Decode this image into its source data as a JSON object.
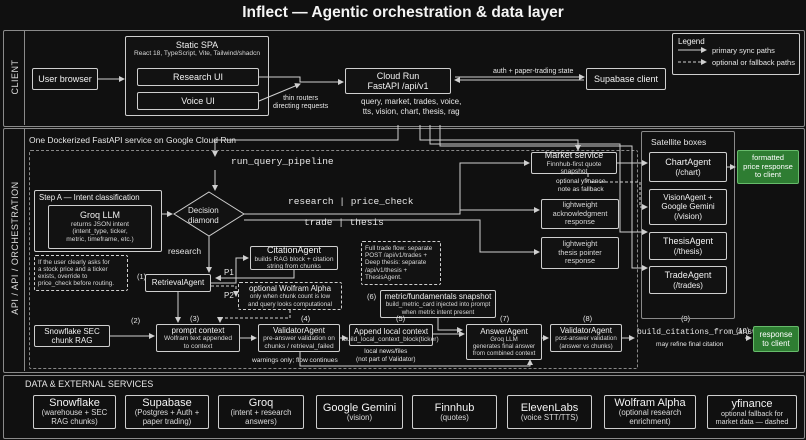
{
  "title": "Inflect — Agentic orchestration & data layer",
  "bands": {
    "client": "CLIENT",
    "api": "API / API / ORCHESTRATION",
    "data_heading": "DATA & EXTERNAL SERVICES"
  },
  "legend": {
    "heading": "Legend",
    "solid": "primary sync paths",
    "dashed": "optional or fallback paths"
  },
  "client": {
    "browser": "User browser",
    "spa_title": "Static SPA",
    "spa_sub": "React 18, TypeScript, Vite, Tailwind/shadcn",
    "research_ui": "Research UI",
    "voice_ui": "Voice UI",
    "thin_routers": "thin routers\ndirecting requests",
    "cloud_run_title": "Cloud Run",
    "cloud_run_sub": "FastAPI /api/v1",
    "cloud_run_routes": "query, market, trades, voice,\ntts, vision, chart, thesis, rag",
    "auth_label": "auth + paper-trading state",
    "supabase_client": "Supabase client"
  },
  "api": {
    "heading": "One Dockerized FastAPI service on Google Cloud Run",
    "pipeline": "run_query_pipeline",
    "step_a": "Step A — Intent classification",
    "groq_title": "Groq LLM",
    "groq_sub": "returns JSON intent\n(intent_type, ticker,\nmetric, timeframe, etc.)",
    "override_note": "If the user clearly asks for\na stock price and a ticker\nexists, override to\nprice_check before routing.",
    "decision": "Decision\ndiamond",
    "research_price": "research | price_check",
    "trade_thesis": "trade | thesis",
    "research": "research",
    "market_title": "Market service",
    "market_sub": "Finnhub-first quote snapshot",
    "yfinance_note": "optional yfinance\nnote as fallback",
    "ack": "lightweight\nacknowledgment\nresponse",
    "thesis_ptr": "lightweight\nthesis pointer\nresponse",
    "trade_note": "Full trade flow: separate\nPOST /api/v1/trades +\nDeep thesis: separate\n/api/v1/thesis +\nThesisAgent.",
    "retrieval": "RetrievalAgent",
    "citation_title": "CitationAgent",
    "citation_sub": "builds RAG block + citation\nstring from chunks",
    "p1": "P1",
    "p2": "P2",
    "wolfram_title": "optional Wolfram Alpha",
    "wolfram_sub": "only when chunk count is low\nand query looks computational",
    "metric_title": "metric/fundamentals snapshot",
    "metric_sub": "build_metric_card injected into prompt\nwhen metric intent present",
    "snowflake_title": "Snowflake SEC",
    "snowflake_sub": "chunk RAG",
    "prompt_title": "prompt context",
    "prompt_sub": "Wolfram text appended\nto context",
    "validator1_title": "ValidatorAgent",
    "validator1_sub": "pre-answer validation on\nchunks / retrieval_failed",
    "warnings": "warnings only; flow continues",
    "append_title": "Append local context",
    "append_sub": "build_local_context_block(ticker)",
    "local_news": "local news/files\n(not part of Validator)",
    "answer_title": "AnswerAgent",
    "answer_sub": "Groq LLM\ngenerates final answer\nfrom combined context",
    "validator2_title": "ValidatorAgent",
    "validator2_sub": "post-answer validation\n(answer vs chunks)",
    "build_citations": "build_citations_from_answer",
    "may_refine": "may refine final citation",
    "response": "response\nto client",
    "step_nums": [
      "(1)",
      "(2)",
      "(3)",
      "(4)",
      "(5)",
      "(6)",
      "(7)",
      "(8)",
      "(9)",
      "(10)"
    ]
  },
  "satellite": {
    "heading": "Satellite boxes",
    "chart_title": "ChartAgent",
    "chart_sub": "(/chart)",
    "formatted": "formatted\nprice response\nto client",
    "vision_title": "VisionAgent +\nGoogle Gemini",
    "vision_sub": "(/vision)",
    "thesis_title": "ThesisAgent",
    "thesis_sub": "(/thesis)",
    "trade_title": "TradeAgent",
    "trade_sub": "(/trades)"
  },
  "services": [
    {
      "name": "Snowflake",
      "desc": "(warehouse + SEC\nRAG chunks)"
    },
    {
      "name": "Supabase",
      "desc": "(Postgres + Auth +\npaper trading)"
    },
    {
      "name": "Groq",
      "desc": "(intent + research\nanswers)"
    },
    {
      "name": "Google Gemini",
      "desc": "(vision)"
    },
    {
      "name": "Finnhub",
      "desc": "(quotes)"
    },
    {
      "name": "ElevenLabs",
      "desc": "(voice STT/TTS)"
    },
    {
      "name": "Wolfram Alpha",
      "desc": "(optional research\nenrichment)"
    },
    {
      "name": "yfinance",
      "desc": "optional fallback for\nmarket data — dashed"
    }
  ],
  "colors": {
    "accent_green": "#2e7d32",
    "line": "#d0d0d0"
  }
}
